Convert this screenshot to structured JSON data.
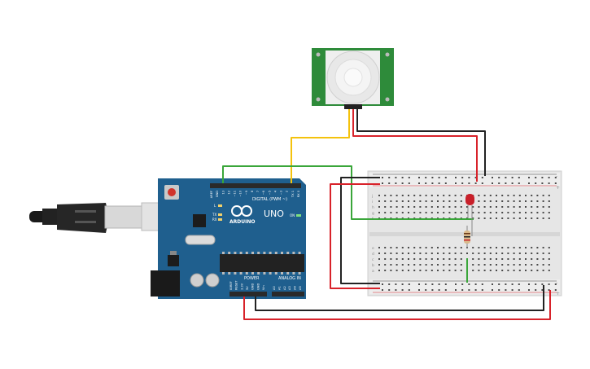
{
  "arduino": {
    "brand": "ARDUINO",
    "model": "UNO",
    "digital_label": "DIGITAL (PWM ~)",
    "power_label": "POWER",
    "analog_label": "ANALOG IN",
    "on_label": "ON",
    "tx_label": "TX",
    "rx_label": "RX",
    "l_label": "L",
    "top_pins": [
      "AREF",
      "GND",
      "13",
      "12",
      "~11",
      "~10",
      "~9",
      "8",
      "7",
      "~6",
      "~5",
      "4",
      "~3",
      "2",
      "TX 1",
      "RX 0"
    ],
    "power_pins": [
      "IOREF",
      "RESET",
      "3.3V",
      "5V",
      "GND",
      "GND",
      "Vin"
    ],
    "analog_pins": [
      "A0",
      "A1",
      "A2",
      "A3",
      "A4",
      "A5"
    ],
    "body_color": "#1f5f8e",
    "header_color": "#2a2a2a"
  },
  "pir_sensor": {
    "board_color": "#2e8b3a",
    "lens_color": "#e8e8e8"
  },
  "breadboard": {
    "row_letters_top": [
      "j",
      "i",
      "h",
      "g",
      "f"
    ],
    "row_letters_bottom": [
      "e",
      "d",
      "c",
      "b",
      "a"
    ],
    "rail_plus": "+",
    "rail_minus": "-",
    "column_count": 30
  },
  "wires": {
    "red": "#d8222a",
    "black": "#222222",
    "yellow": "#f4c20d",
    "green": "#3aa63a"
  },
  "components": {
    "led_color": "#c8202a",
    "resistor_color": "#d9b98a"
  }
}
